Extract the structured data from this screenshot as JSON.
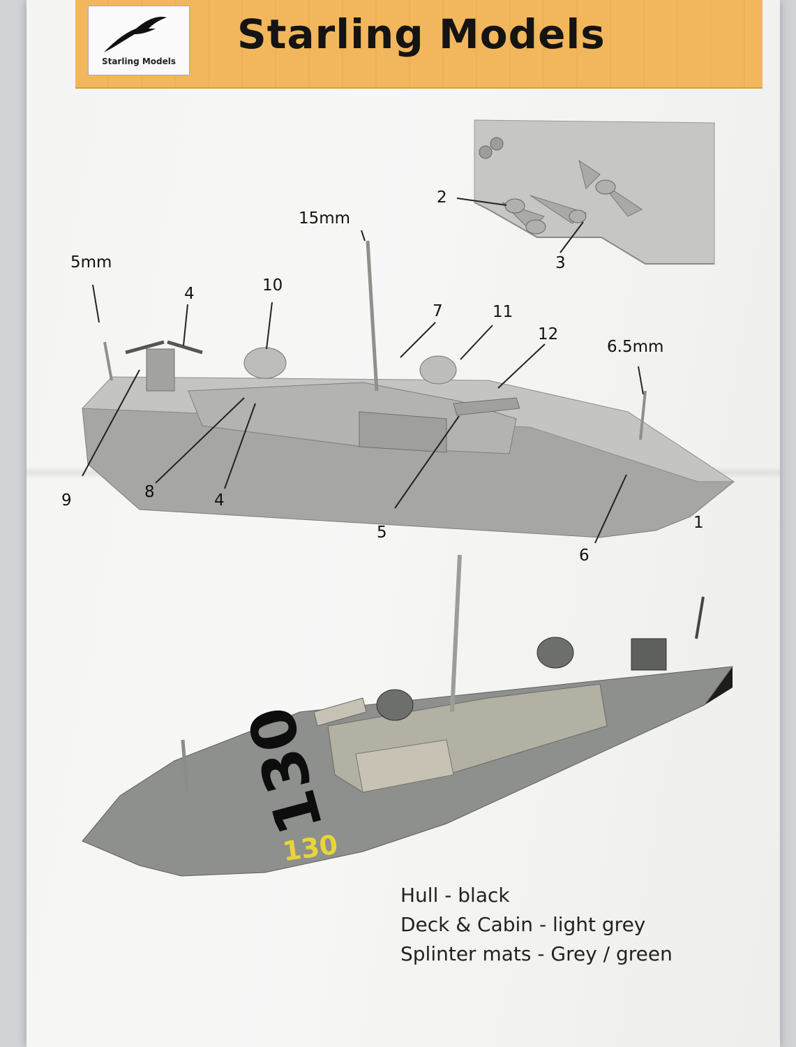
{
  "header": {
    "logo_text": "Starling Models",
    "title": "Starling Models"
  },
  "diagram": {
    "callouts": [
      "1",
      "2",
      "3",
      "4",
      "4",
      "5",
      "6",
      "7",
      "8",
      "9",
      "10",
      "11",
      "12"
    ],
    "dimensions": [
      "5mm",
      "15mm",
      "6.5mm"
    ]
  },
  "photo": {
    "bow_number": "130",
    "hull_number": "130"
  },
  "paint_guide": [
    "Hull - black",
    "Deck & Cabin - light grey",
    "Splinter mats - Grey / green"
  ],
  "colors": {
    "banner": "#f2b75c",
    "hull_black": "#1c1c1c",
    "deck_grey": "#8d908c",
    "number_yellow": "#e9d43a"
  }
}
